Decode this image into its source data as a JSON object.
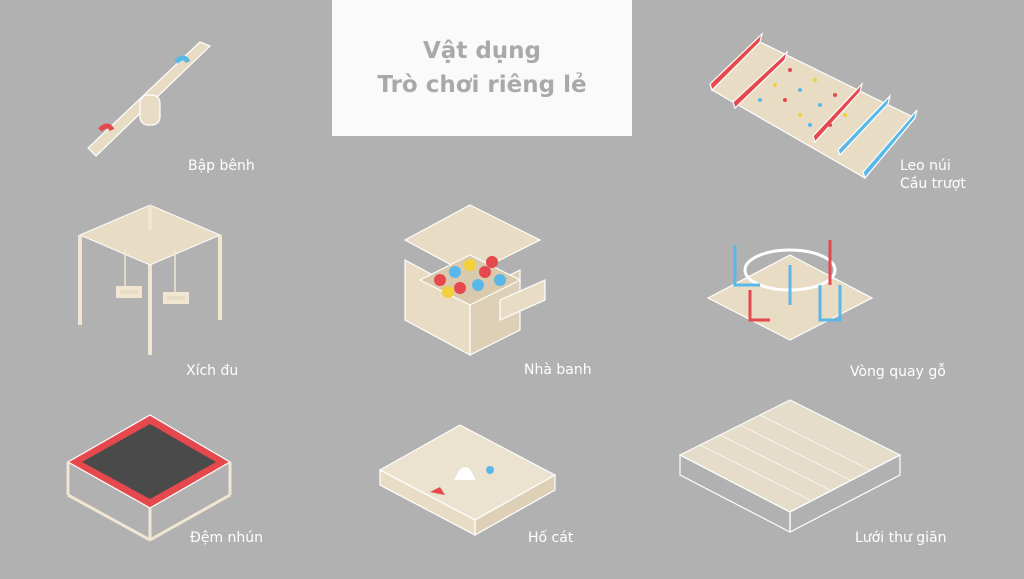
{
  "title": {
    "line1": "Vật dụng",
    "line2": "Trò chơi riêng lẻ"
  },
  "items": [
    {
      "label": "Bập bênh"
    },
    {
      "label": "Leo núi",
      "label2": "Cầu trượt"
    },
    {
      "label": "Xích đu"
    },
    {
      "label": "Nhà banh"
    },
    {
      "label": "Vòng quay gỗ"
    },
    {
      "label": "Đệm nhún"
    },
    {
      "label": "Hố cát"
    },
    {
      "label": "Lưới thư giãn"
    }
  ],
  "colors": {
    "background": "#b1b1b1",
    "wood": "#e9dcc4",
    "red": "#e5484d",
    "blue": "#5ab8e8",
    "trampoline": "#4a4a4a"
  }
}
